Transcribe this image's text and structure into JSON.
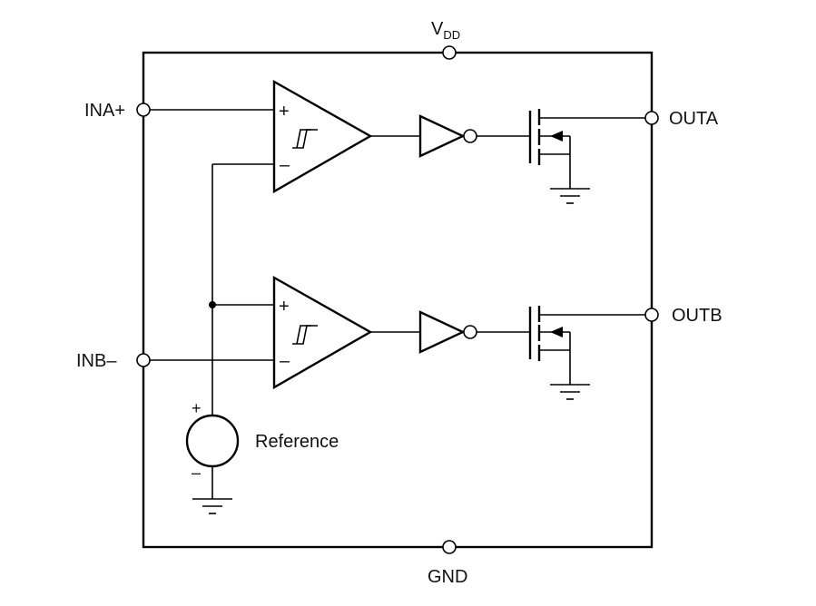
{
  "labels": {
    "vdd_main": "V",
    "vdd_sub": "DD",
    "gnd": "GND",
    "ina": "INA+",
    "inb": "INB–",
    "outa": "OUTA",
    "outb": "OUTB",
    "reference": "Reference"
  },
  "signs": {
    "plus": "+",
    "minus": "–"
  }
}
